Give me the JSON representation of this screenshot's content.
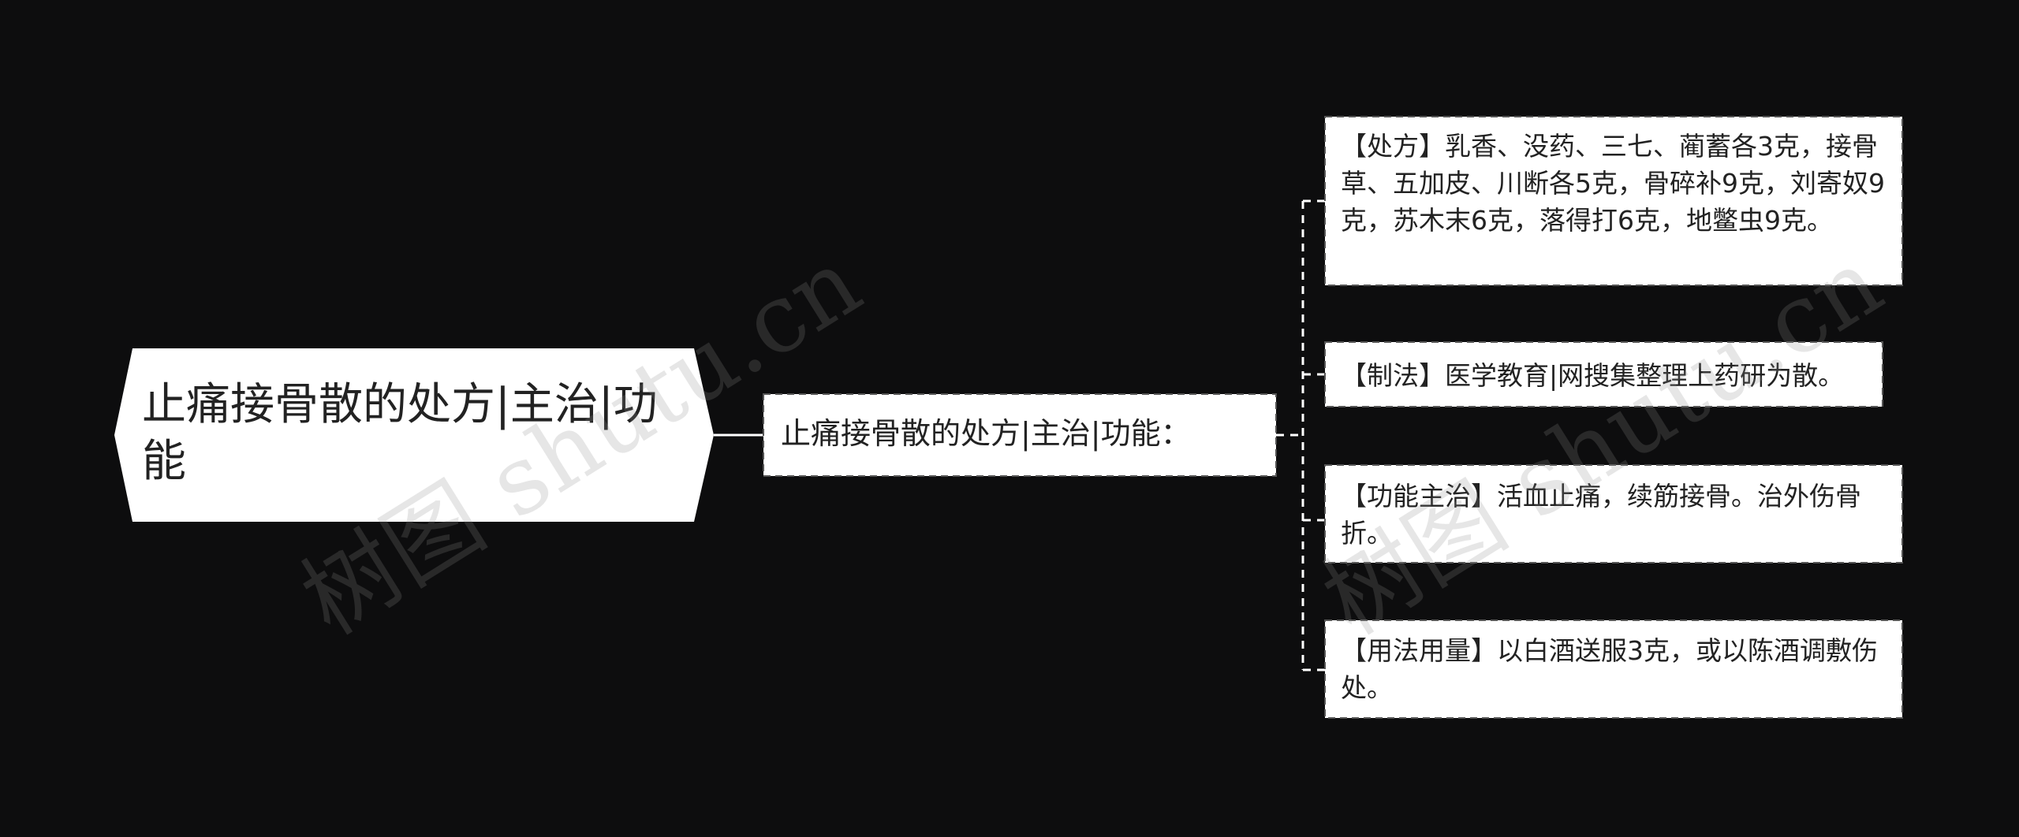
{
  "root": {
    "label": "止痛接骨散的处方|主治|功能"
  },
  "branch": {
    "label": "止痛接骨散的处方|主治|功能："
  },
  "leaves": [
    {
      "label": "【处方】乳香、没药、三七、蔺蓄各3克，接骨草、五加皮、川断各5克，骨碎补9克，刘寄奴9克，苏木末6克，落得打6克，地鳖虫9克。"
    },
    {
      "label": "【制法】医学教育|网搜集整理上药研为散。"
    },
    {
      "label": "【功能主治】活血止痛，续筋接骨。治外伤骨折。"
    },
    {
      "label": "【用法用量】以白酒送服3克，或以陈酒调敷伤处。"
    }
  ],
  "watermark": {
    "text": "树图 shutu.cn"
  },
  "colors": {
    "background": "#0d0d0e",
    "node_fill": "#ffffff",
    "text": "#222222",
    "connector": "#ffffff"
  }
}
